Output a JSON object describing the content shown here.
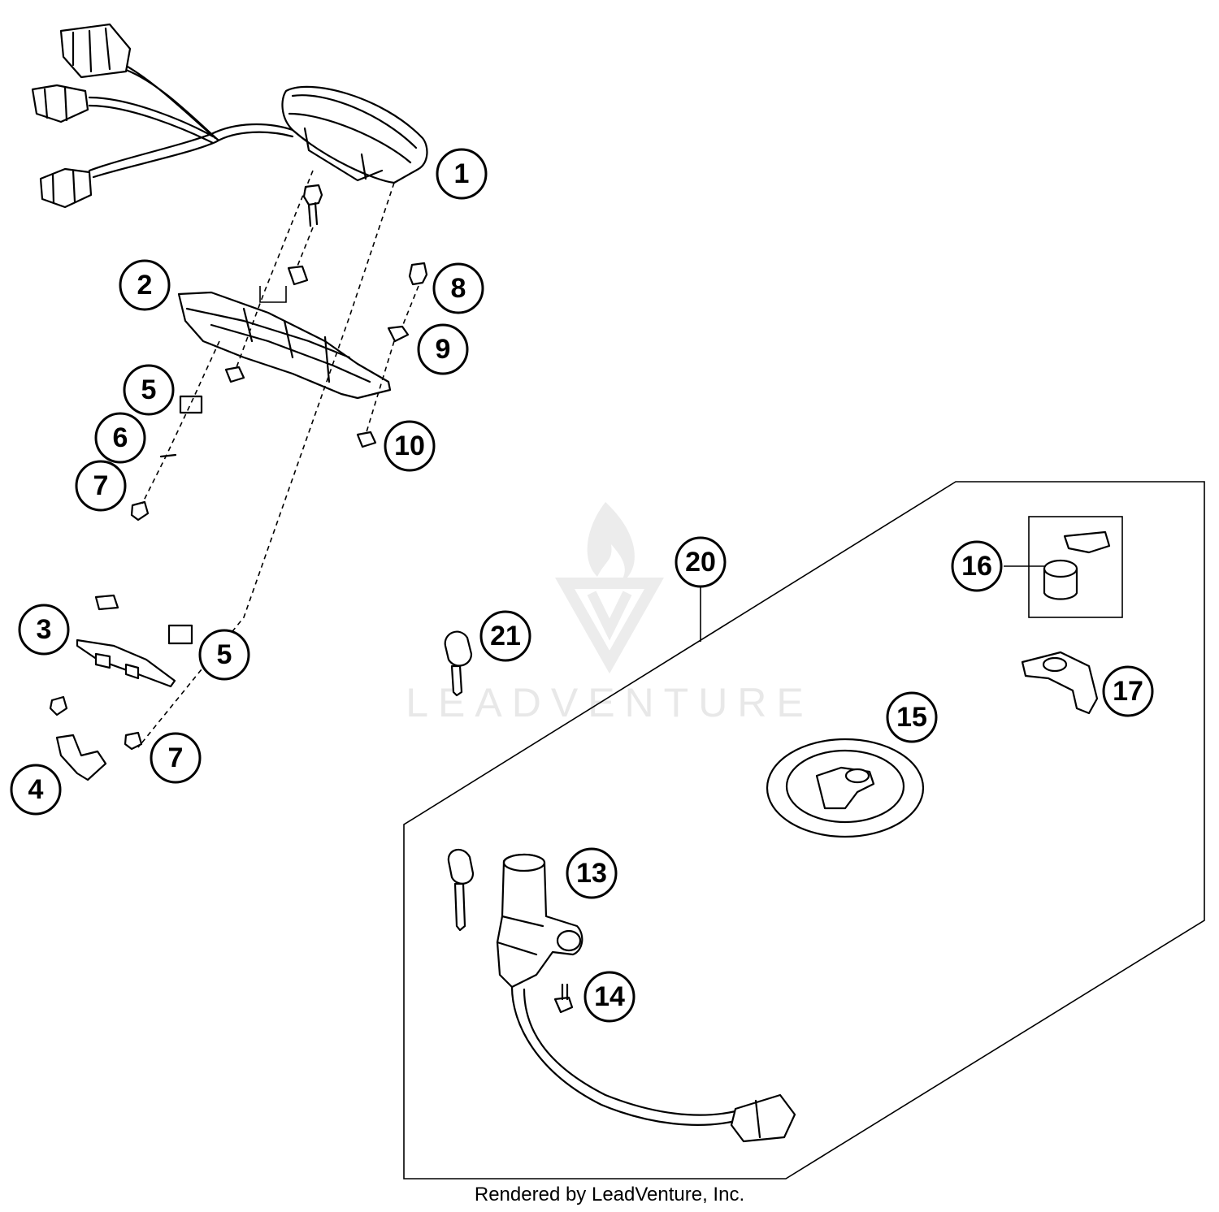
{
  "watermark": {
    "text": "LEADVENTURE"
  },
  "footer": {
    "text": "Rendered by LeadVenture, Inc."
  },
  "callouts": {
    "c1": "1",
    "c2": "2",
    "c3": "3",
    "c4": "4",
    "c5a": "5",
    "c5b": "5",
    "c6": "6",
    "c7a": "7",
    "c7b": "7",
    "c8": "8",
    "c9": "9",
    "c10": "10",
    "c13": "13",
    "c14": "14",
    "c15": "15",
    "c16": "16",
    "c17": "17",
    "c20": "20",
    "c21": "21"
  }
}
